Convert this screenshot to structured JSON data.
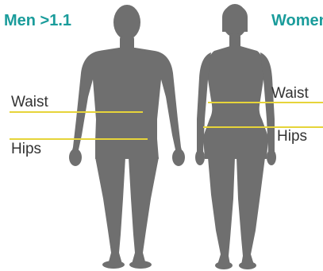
{
  "men": {
    "heading": "Men >1.1",
    "waist_label": "Waist",
    "hips_label": "Hips"
  },
  "women": {
    "heading": "Women",
    "waist_label": "Waist",
    "hips_label": "Hips"
  },
  "colors": {
    "heading": "#1a9c9b",
    "silhouette": "#6f6f6f",
    "measure_line": "#e6d43a",
    "label_text": "#333333"
  }
}
